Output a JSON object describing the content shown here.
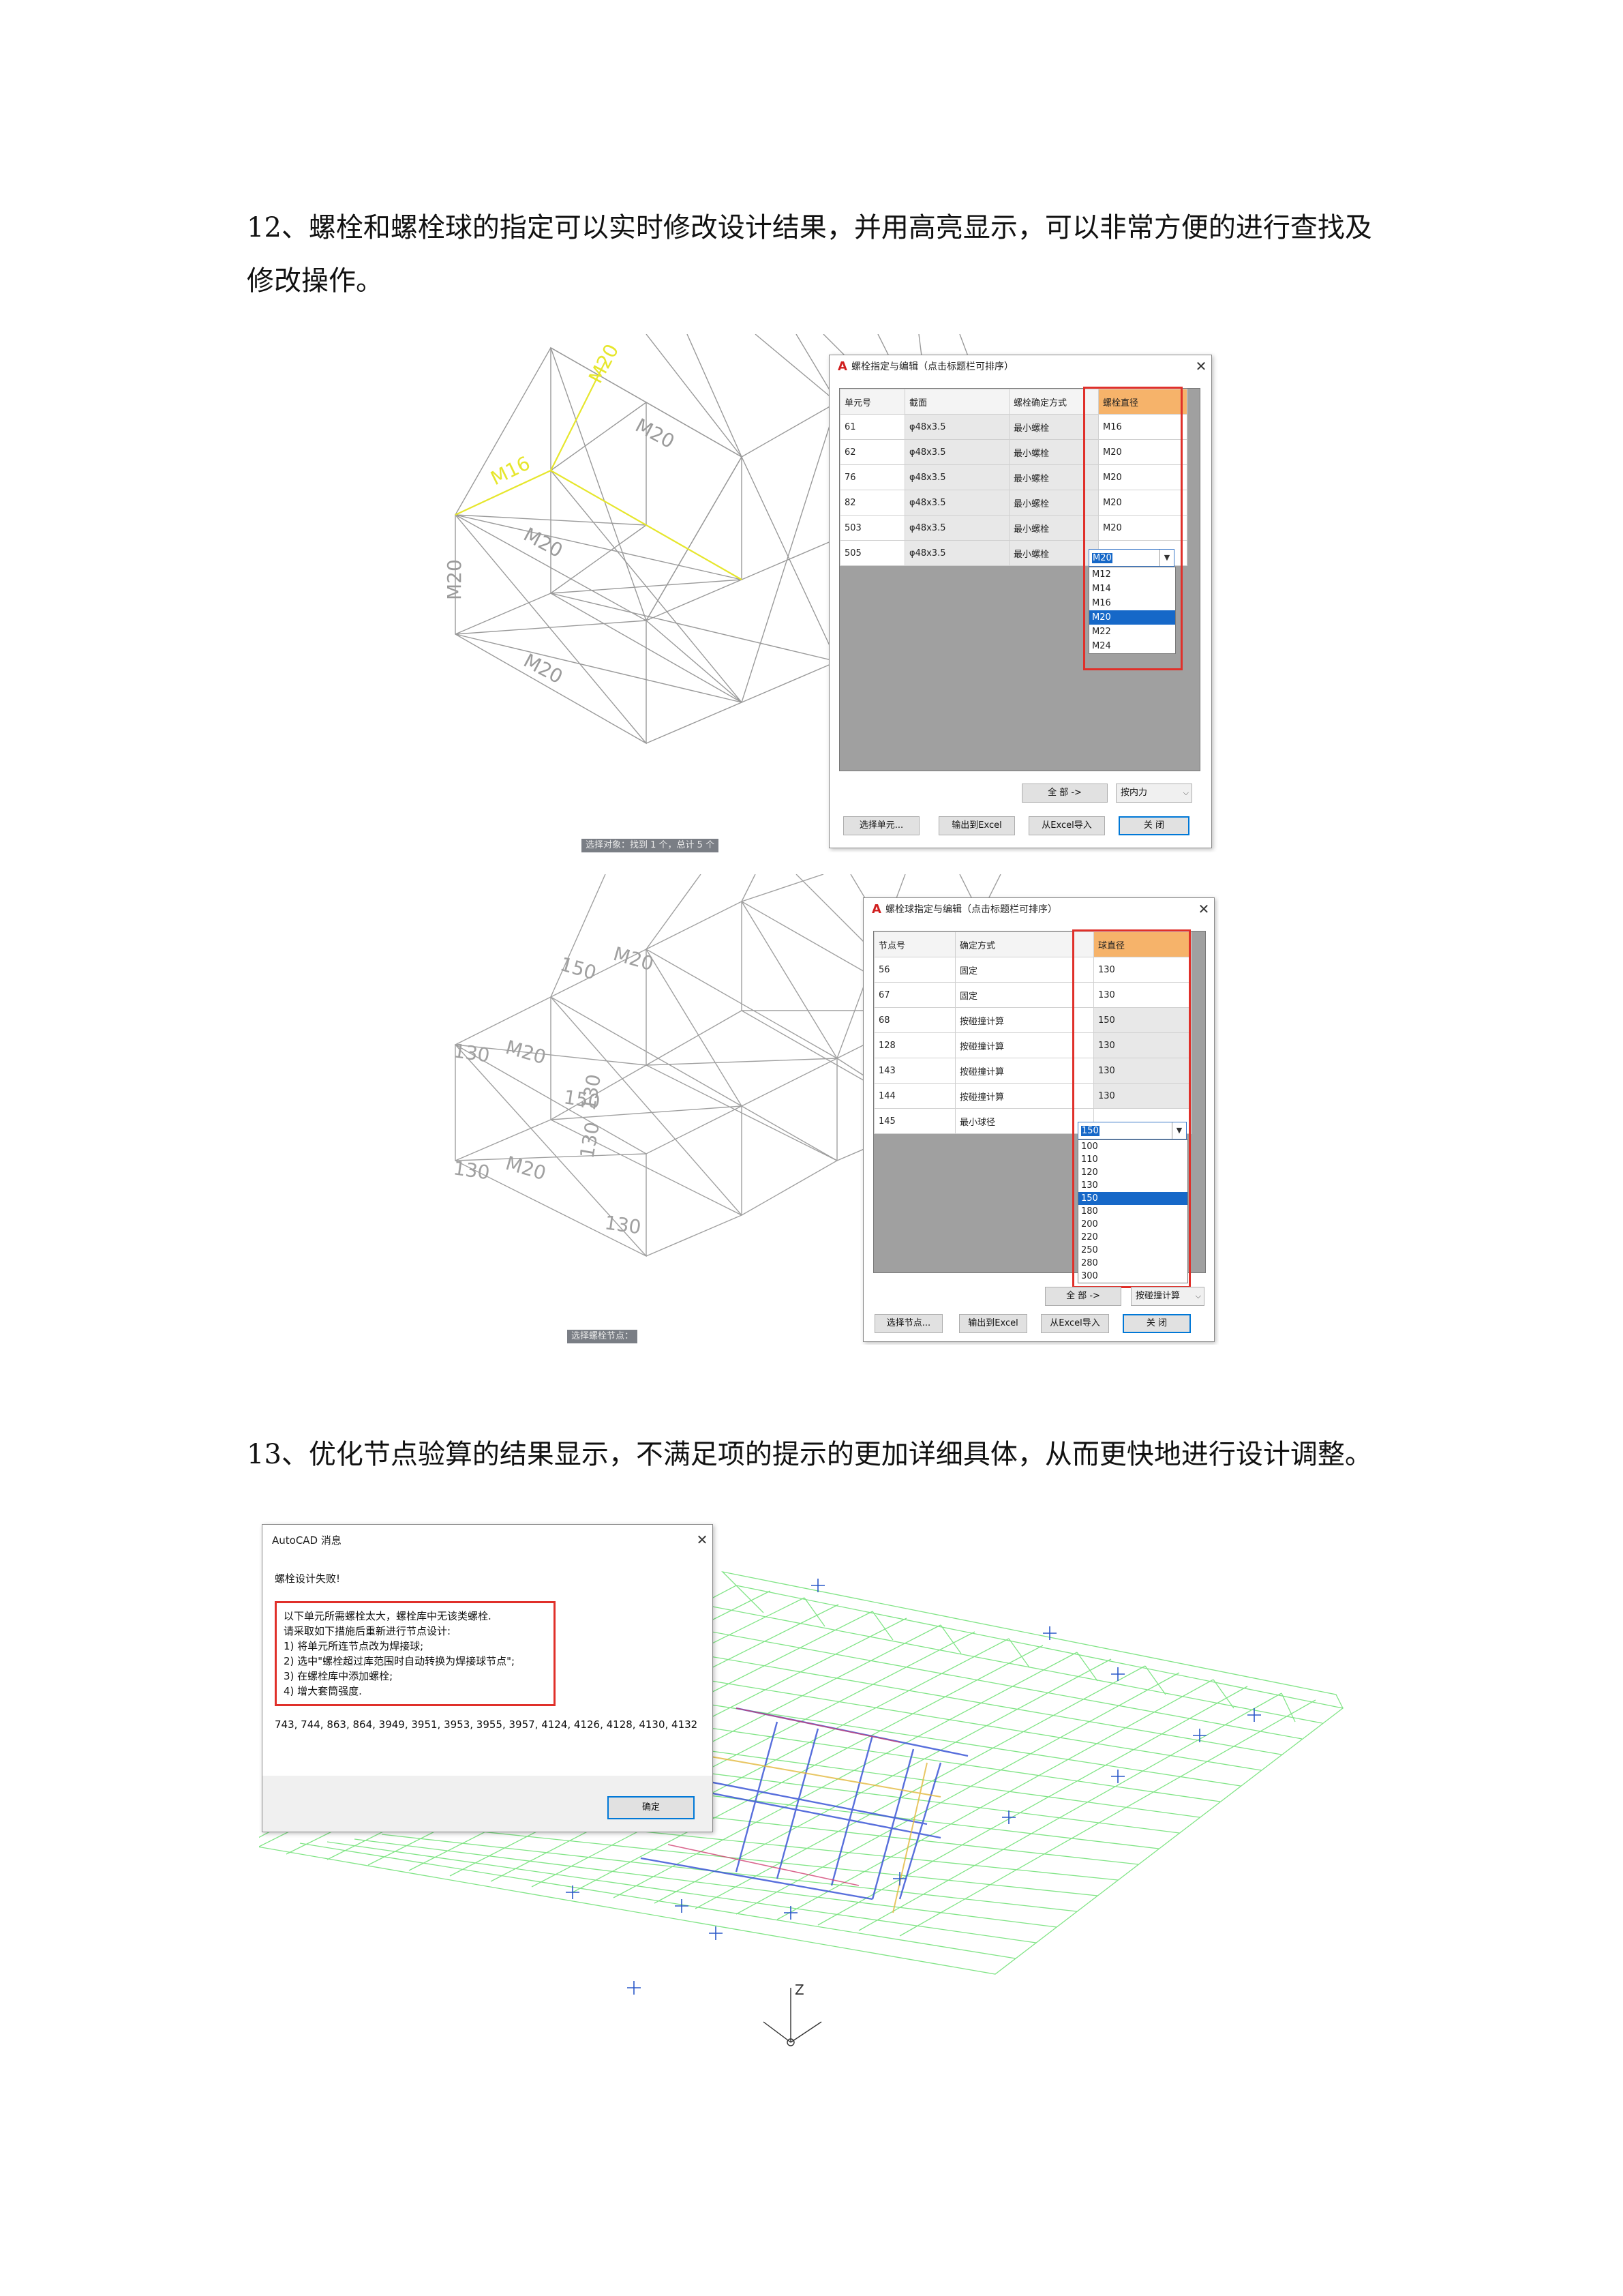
{
  "section12": {
    "text": "12、螺栓和螺栓球的指定可以实时修改设计结果，并用高亮显示，可以非常方便的进行查找及修改操作。"
  },
  "section13": {
    "text": "13、优化节点验算的结果显示，不满足项的提示的更加详细具体，从而更快地进行设计调整。"
  },
  "bolt_dialog": {
    "title": "螺栓指定与编辑（点击标题栏可排序）",
    "columns": [
      "单元号",
      "截面",
      "螺栓确定方式",
      "螺栓直径"
    ],
    "rows": [
      {
        "id": "61",
        "section": "φ48x3.5",
        "method": "最小螺栓",
        "diameter": "M16"
      },
      {
        "id": "62",
        "section": "φ48x3.5",
        "method": "最小螺栓",
        "diameter": "M20"
      },
      {
        "id": "76",
        "section": "φ48x3.5",
        "method": "最小螺栓",
        "diameter": "M20"
      },
      {
        "id": "82",
        "section": "φ48x3.5",
        "method": "最小螺栓",
        "diameter": "M20"
      },
      {
        "id": "503",
        "section": "φ48x3.5",
        "method": "最小螺栓",
        "diameter": "M20"
      },
      {
        "id": "505",
        "section": "φ48x3.5",
        "method": "最小螺栓",
        "diameter": "M20"
      }
    ],
    "combo_value": "M20",
    "options": [
      "M12",
      "M14",
      "M16",
      "M20",
      "M22",
      "M24"
    ],
    "selected_option": "M20",
    "all_button": "全 部 ->",
    "method_select": "按内力",
    "buttons": {
      "select": "选择单元...",
      "export": "输出到Excel",
      "import": "从Excel导入",
      "close": "关 闭"
    }
  },
  "ball_dialog": {
    "title": "螺栓球指定与编辑（点击标题栏可排序）",
    "columns": [
      "节点号",
      "确定方式",
      "球直径"
    ],
    "rows": [
      {
        "id": "56",
        "method": "固定",
        "diameter": "130"
      },
      {
        "id": "67",
        "method": "固定",
        "diameter": "130"
      },
      {
        "id": "68",
        "method": "按碰撞计算",
        "diameter": "150"
      },
      {
        "id": "128",
        "method": "按碰撞计算",
        "diameter": "130"
      },
      {
        "id": "143",
        "method": "按碰撞计算",
        "diameter": "130"
      },
      {
        "id": "144",
        "method": "按碰撞计算",
        "diameter": "130"
      },
      {
        "id": "145",
        "method": "最小球径",
        "diameter": "150"
      }
    ],
    "combo_value": "150",
    "options": [
      "100",
      "110",
      "120",
      "130",
      "150",
      "180",
      "200",
      "220",
      "250",
      "280",
      "300"
    ],
    "selected_option": "150",
    "all_button": "全 部 ->",
    "method_select": "按碰撞计算",
    "buttons": {
      "select": "选择节点...",
      "export": "输出到Excel",
      "import": "从Excel导入",
      "close": "关 闭"
    }
  },
  "cad1": {
    "labels": {
      "m20_top": "M20",
      "m16": "M16",
      "m20_a": "M20",
      "m20_b": "M20",
      "m20_left": "M20",
      "m20_c": "M20"
    },
    "status": "选择对象：找到 1 个，总计 5 个"
  },
  "cad2": {
    "labels": {
      "l150a": "150",
      "m20a": "M20",
      "l130a": "130",
      "m20b": "M20",
      "l150b": "150",
      "l130b": "130",
      "l130c": "130",
      "m20c": "M20",
      "l130d": "130",
      "l130e": "130"
    },
    "status": "选择螺栓节点："
  },
  "msgbox": {
    "title": "AutoCAD 消息",
    "heading": "螺栓设计失败!",
    "lines": [
      "以下单元所需螺栓太大，螺栓库中无该类螺栓.",
      "请采取如下措施后重新进行节点设计:",
      "1) 将单元所连节点改为焊接球;",
      "2) 选中\"螺栓超过库范围时自动转换为焊接球节点\";",
      "3) 在螺栓库中添加螺栓;",
      "4) 增大套筒强度."
    ],
    "ids": "743, 744, 863, 864, 3949, 3951, 3953, 3955, 3957, 4124, 4126, 4128, 4130, 4132",
    "ok": "确定"
  },
  "model3d": {
    "axis_label": "Z"
  },
  "colors": {
    "highlight": "#e0302a",
    "header_orange": "#f6b36a",
    "selection_blue": "#1668c8",
    "wire_green": "#6de06d"
  }
}
